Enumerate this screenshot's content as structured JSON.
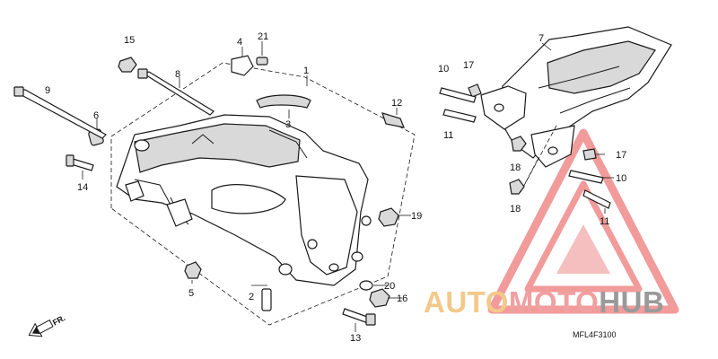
{
  "diagram": {
    "drawing_code": "MFL4F3100",
    "front_marker": "FR.",
    "callouts": [
      {
        "id": "c1",
        "label": "1"
      },
      {
        "id": "c2",
        "label": "2"
      },
      {
        "id": "c3",
        "label": "3"
      },
      {
        "id": "c4",
        "label": "4"
      },
      {
        "id": "c5",
        "label": "5"
      },
      {
        "id": "c6",
        "label": "6"
      },
      {
        "id": "c7",
        "label": "7"
      },
      {
        "id": "c8",
        "label": "8"
      },
      {
        "id": "c9",
        "label": "9"
      },
      {
        "id": "c10a",
        "label": "10"
      },
      {
        "id": "c10b",
        "label": "10"
      },
      {
        "id": "c11a",
        "label": "11"
      },
      {
        "id": "c11b",
        "label": "11"
      },
      {
        "id": "c12",
        "label": "12"
      },
      {
        "id": "c13",
        "label": "13"
      },
      {
        "id": "c14",
        "label": "14"
      },
      {
        "id": "c15",
        "label": "15"
      },
      {
        "id": "c16",
        "label": "16"
      },
      {
        "id": "c17a",
        "label": "17"
      },
      {
        "id": "c17b",
        "label": "17"
      },
      {
        "id": "c18a",
        "label": "18"
      },
      {
        "id": "c18b",
        "label": "18"
      },
      {
        "id": "c19",
        "label": "19"
      },
      {
        "id": "c20",
        "label": "20"
      },
      {
        "id": "c21",
        "label": "21"
      }
    ]
  },
  "watermark": {
    "part_auto": "AUTO",
    "part_moto": "MOTO",
    "part_hub": "HUB",
    "color_red": "#f0a0a0",
    "color_orange": "#f3c98a",
    "color_gray": "#9a9a9a"
  }
}
